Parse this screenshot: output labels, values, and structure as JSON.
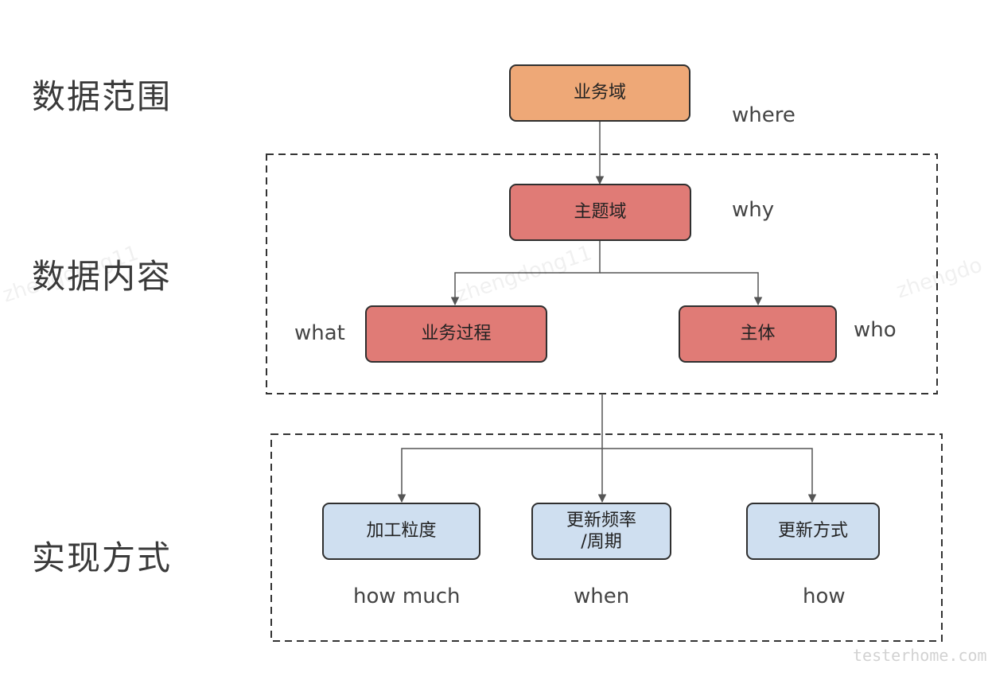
{
  "rows": {
    "scope": "数据范围",
    "content": "数据内容",
    "implementation": "实现方式"
  },
  "nodes": {
    "business_domain": "业务域",
    "subject_domain": "主题域",
    "business_process": "业务过程",
    "entity": "主体",
    "granularity": "加工粒度",
    "frequency_line1": "更新频率",
    "frequency_line2": "/周期",
    "update_method": "更新方式"
  },
  "notes": {
    "where": "where",
    "why": "why",
    "what": "what",
    "who": "who",
    "how_much": "how much",
    "when": "when",
    "how": "how"
  },
  "watermarks": {
    "text1": "zhengdong11",
    "text2": "zhengdong11",
    "text3": "zhengdo",
    "site": "testerhome.com"
  },
  "colors": {
    "orange_box": "#eea877",
    "red_box": "#e07b76",
    "blue_box": "#cfdff0"
  }
}
